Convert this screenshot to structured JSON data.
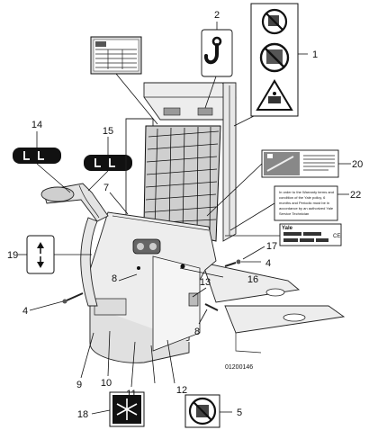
{
  "figure": {
    "document_code": "01200146"
  },
  "callouts": [
    {
      "id": "1",
      "text": "1"
    },
    {
      "id": "2",
      "text": "2"
    },
    {
      "id": "4a",
      "text": "4"
    },
    {
      "id": "4b",
      "text": "4"
    },
    {
      "id": "5",
      "text": "5"
    },
    {
      "id": "7",
      "text": "7"
    },
    {
      "id": "8a",
      "text": "8"
    },
    {
      "id": "8b",
      "text": "8"
    },
    {
      "id": "9",
      "text": "9"
    },
    {
      "id": "10",
      "text": "10"
    },
    {
      "id": "11",
      "text": "11"
    },
    {
      "id": "12",
      "text": "12"
    },
    {
      "id": "13",
      "text": "13"
    },
    {
      "id": "14",
      "text": "14"
    },
    {
      "id": "15",
      "text": "15"
    },
    {
      "id": "16",
      "text": "16"
    },
    {
      "id": "17",
      "text": "17"
    },
    {
      "id": "18",
      "text": "18"
    },
    {
      "id": "19",
      "text": "19"
    },
    {
      "id": "20",
      "text": "20"
    },
    {
      "id": "22",
      "text": "22"
    }
  ],
  "decals": {
    "brand_plate": {
      "brand": "Yale",
      "mark": "CE"
    },
    "label_22_lines": [
      "In order to the Warranty terms and",
      "condition of the Yale policy, 6",
      "months and Periodic must be in",
      "accordance by an authorized Yale",
      "Service Technician"
    ]
  },
  "icons": {
    "hook": "lifting-hook-icon",
    "no_riding": "no-riding-on-forks-icon",
    "no_standing_under": "no-standing-under-load-icon",
    "crush_hazard": "crush-hazard-warning-icon",
    "cold_storage": "snowflake-icon",
    "no_riding_sticker": "no-rider-icon",
    "lift_lower": "lift-lower-arrows-icon",
    "speed_turtle": "speed-selector-icon"
  }
}
